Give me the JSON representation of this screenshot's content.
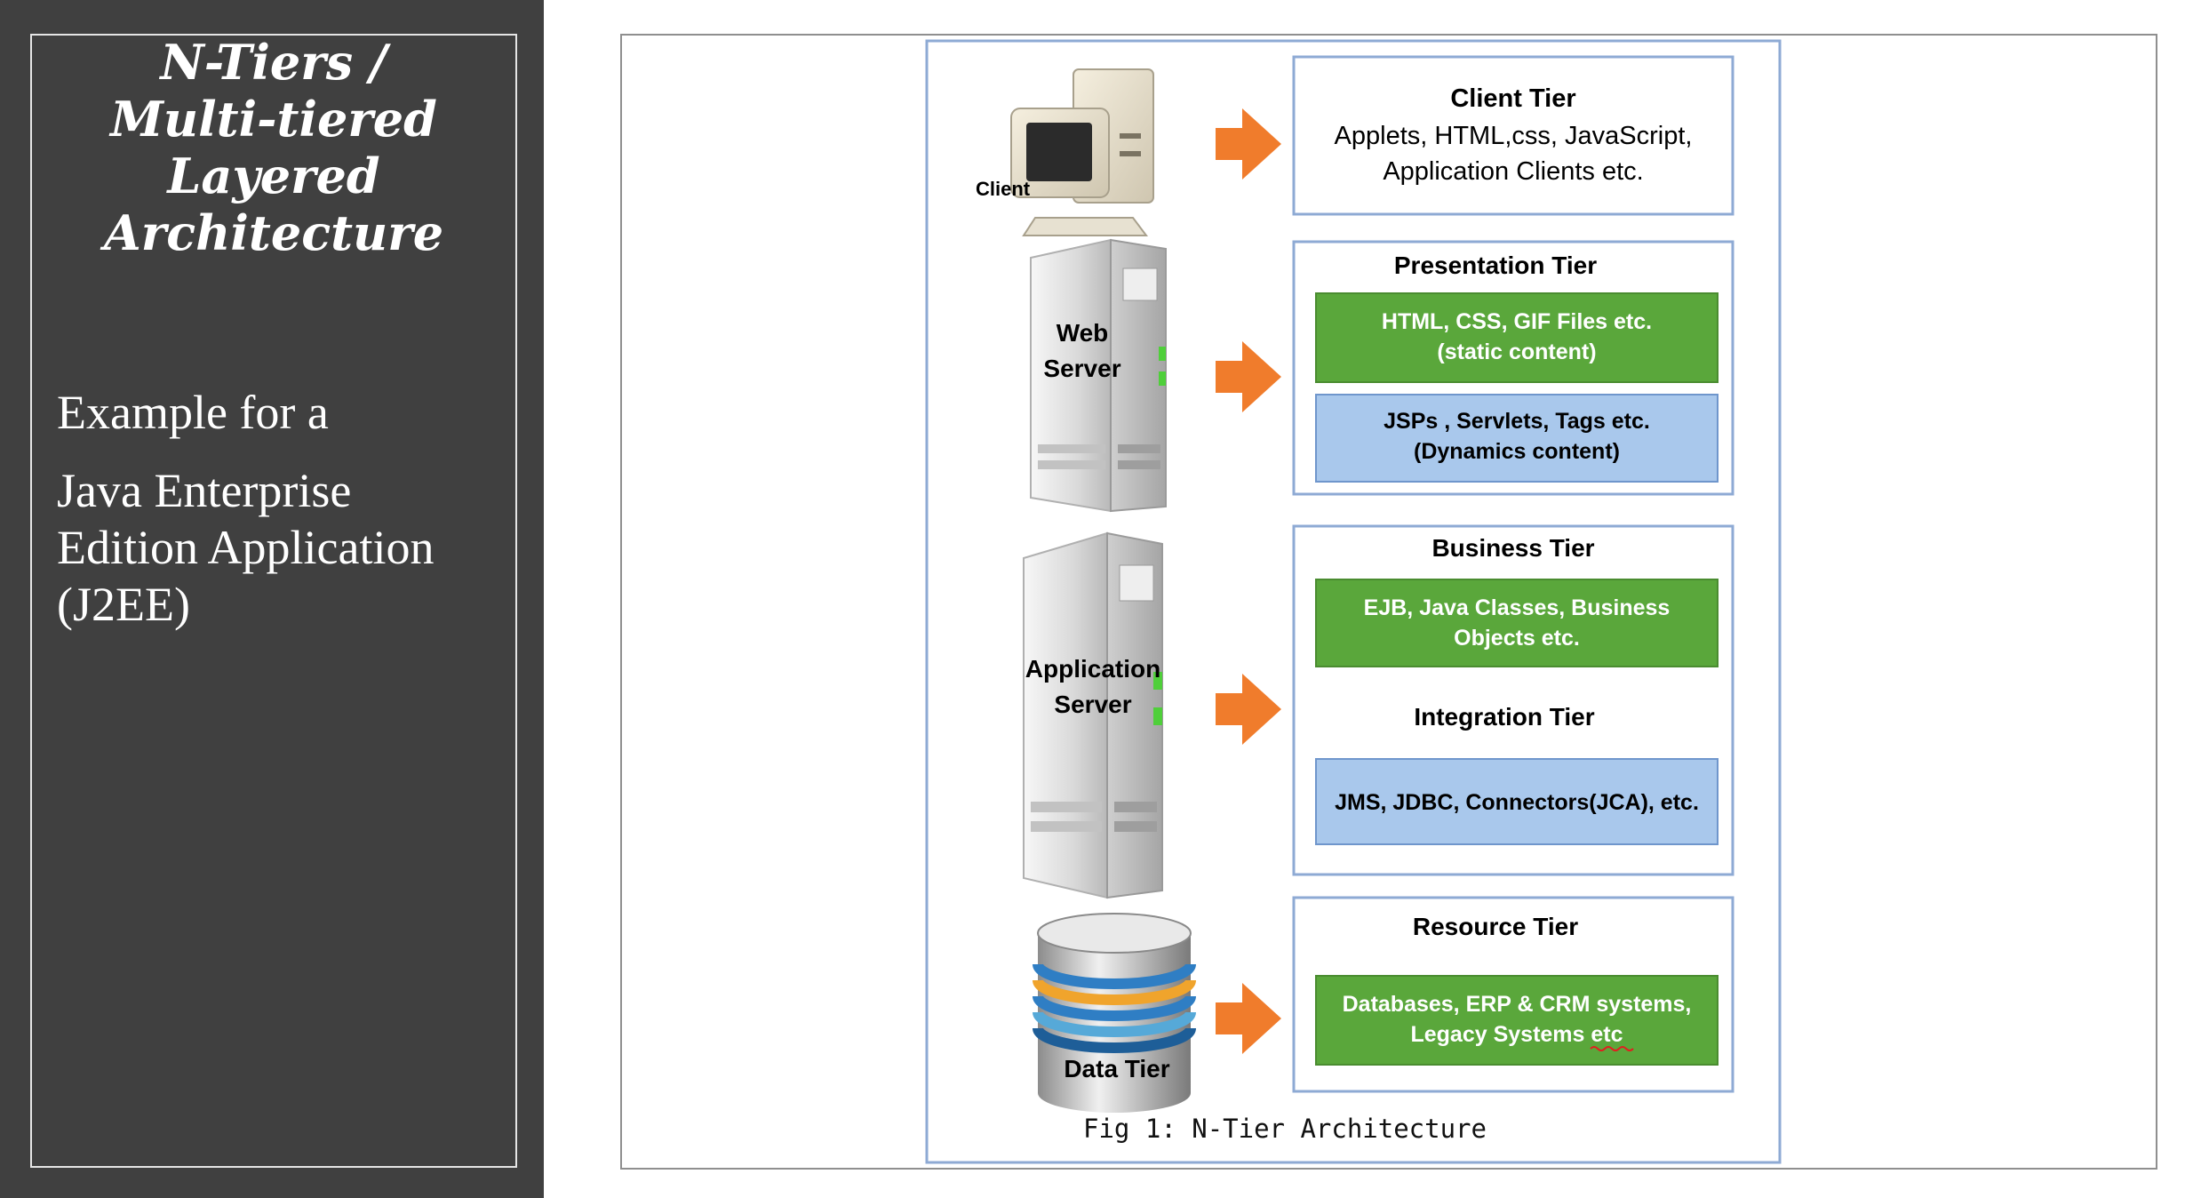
{
  "slide": {
    "title_lines": [
      "N-Tiers /",
      "Multi-tiered",
      "Layered",
      "Architecture"
    ],
    "subtitle": "Example for a",
    "description_lines": [
      "Java Enterprise",
      "Edition Application",
      "(J2EE)"
    ]
  },
  "diagram": {
    "caption": "Fig 1: N-Tier Architecture",
    "client_label": "Client",
    "web_server_label_lines": [
      "Web",
      "Server"
    ],
    "app_server_label_lines": [
      "Application",
      "Server"
    ],
    "data_tier_label": "Data Tier",
    "client_tier": {
      "title": "Client Tier",
      "lines": [
        "Applets, HTML,css, JavaScript,",
        "Application Clients etc."
      ]
    },
    "presentation_tier": {
      "title": "Presentation Tier",
      "green_lines": [
        "HTML, CSS, GIF Files etc.",
        "(static content)"
      ],
      "blue_lines": [
        "JSPs , Servlets, Tags etc.",
        "(Dynamics content)"
      ]
    },
    "business_tier": {
      "title": "Business Tier",
      "green_lines": [
        "EJB, Java Classes, Business",
        "Objects etc."
      ]
    },
    "integration_tier": {
      "title": "Integration Tier",
      "blue_lines": [
        "JMS, JDBC, Connectors(JCA), etc."
      ]
    },
    "resource_tier": {
      "title": "Resource Tier",
      "green_lines": [
        "Databases, ERP & CRM systems,",
        "Legacy Systems etc"
      ]
    },
    "colors": {
      "green_box": "#5aa73b",
      "blue_box": "#a9c8ec",
      "arrow": "#f07c2c",
      "tier_border": "#8eaad4"
    }
  }
}
